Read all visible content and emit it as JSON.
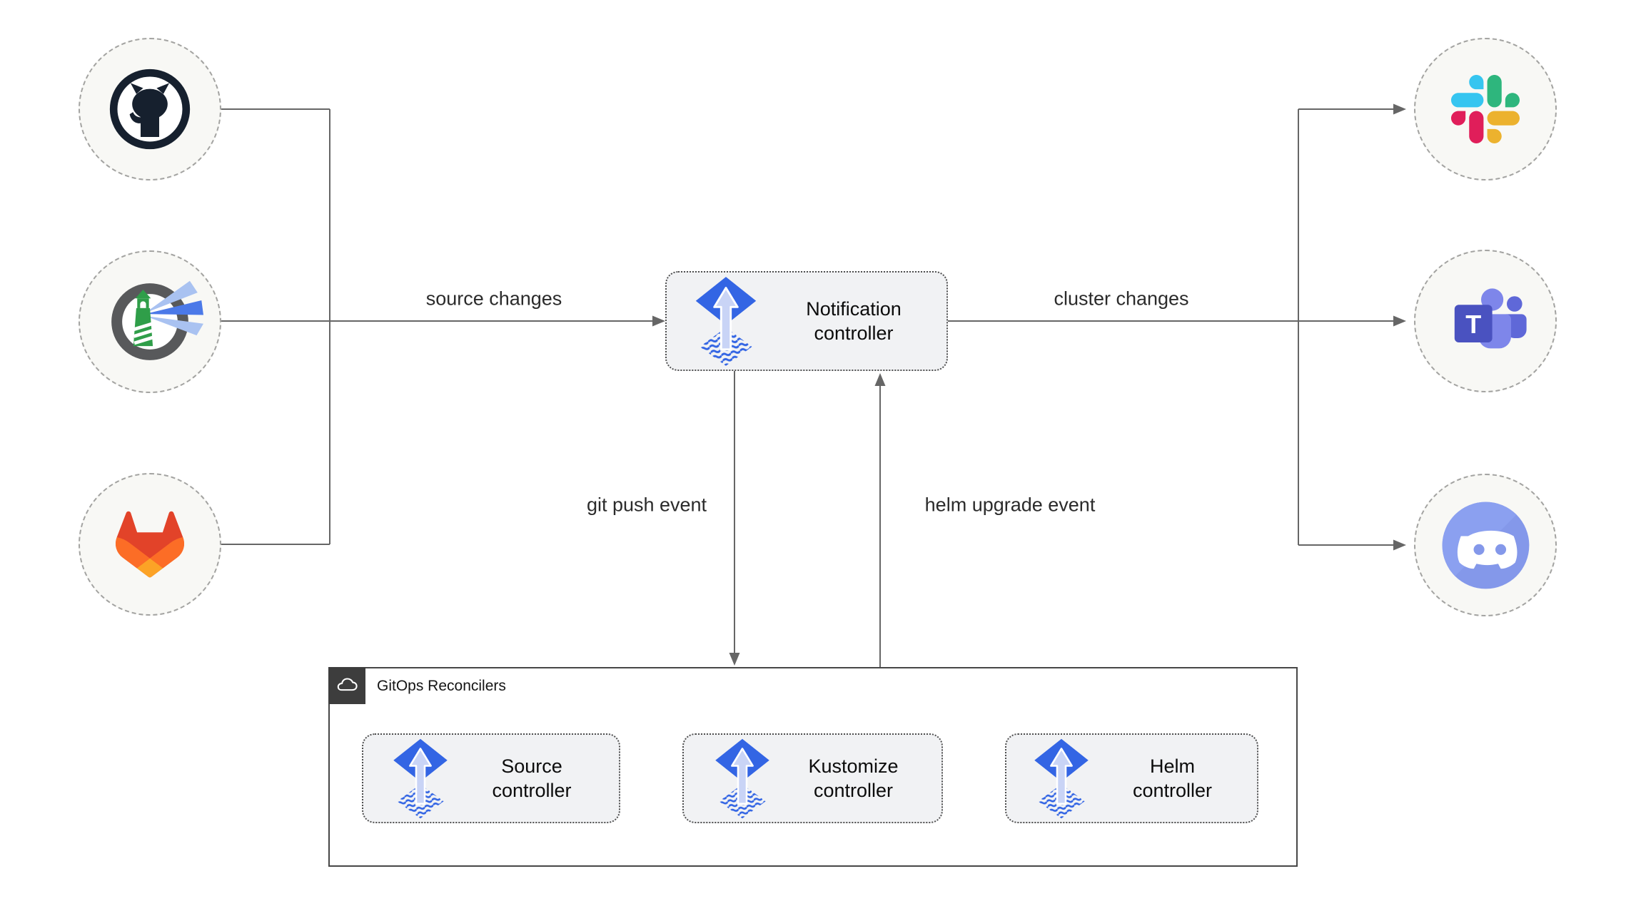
{
  "diagram": {
    "sources": [
      {
        "icon": "github-icon"
      },
      {
        "icon": "harbor-icon"
      },
      {
        "icon": "gitlab-icon"
      }
    ],
    "notification_controller": {
      "label": "Notification controller",
      "icon": "flux-icon"
    },
    "edges": {
      "source_changes": "source changes",
      "cluster_changes": "cluster changes",
      "git_push_event": "git push event",
      "helm_upgrade_event": "helm upgrade event"
    },
    "notifiers": [
      {
        "icon": "slack-icon"
      },
      {
        "icon": "teams-icon"
      },
      {
        "icon": "discord-icon"
      }
    ],
    "reconcilers": {
      "label": "GitOps Reconcilers",
      "badge_icon": "cloud-icon",
      "items": [
        {
          "label": "Source controller",
          "icon": "flux-icon"
        },
        {
          "label": "Kustomize controller",
          "icon": "flux-icon"
        },
        {
          "label": "Helm controller",
          "icon": "flux-icon"
        }
      ]
    },
    "colors": {
      "wire": "#666666",
      "flux_blue": "#3365e4",
      "flux_arrow": "#c9d4f6",
      "node_fill": "#f1f2f4",
      "node_border": "#4f4f4f",
      "circle_fill": "#f8f8f5",
      "circle_border": "#a3a3a1",
      "group_border": "#474747",
      "badge_bg": "#3d3d3d",
      "github": "#16202e",
      "gitlab_red": "#e24329",
      "gitlab_orange": "#fc6d26",
      "gitlab_amber": "#fca326",
      "slack_blue": "#36c5f0",
      "slack_green": "#2eb67d",
      "slack_yellow": "#ecb22e",
      "slack_red": "#e01e5a",
      "teams_purple": "#4a52c0",
      "discord_blurple": "#8498ea",
      "harbor_green": "#2f9e49"
    }
  }
}
